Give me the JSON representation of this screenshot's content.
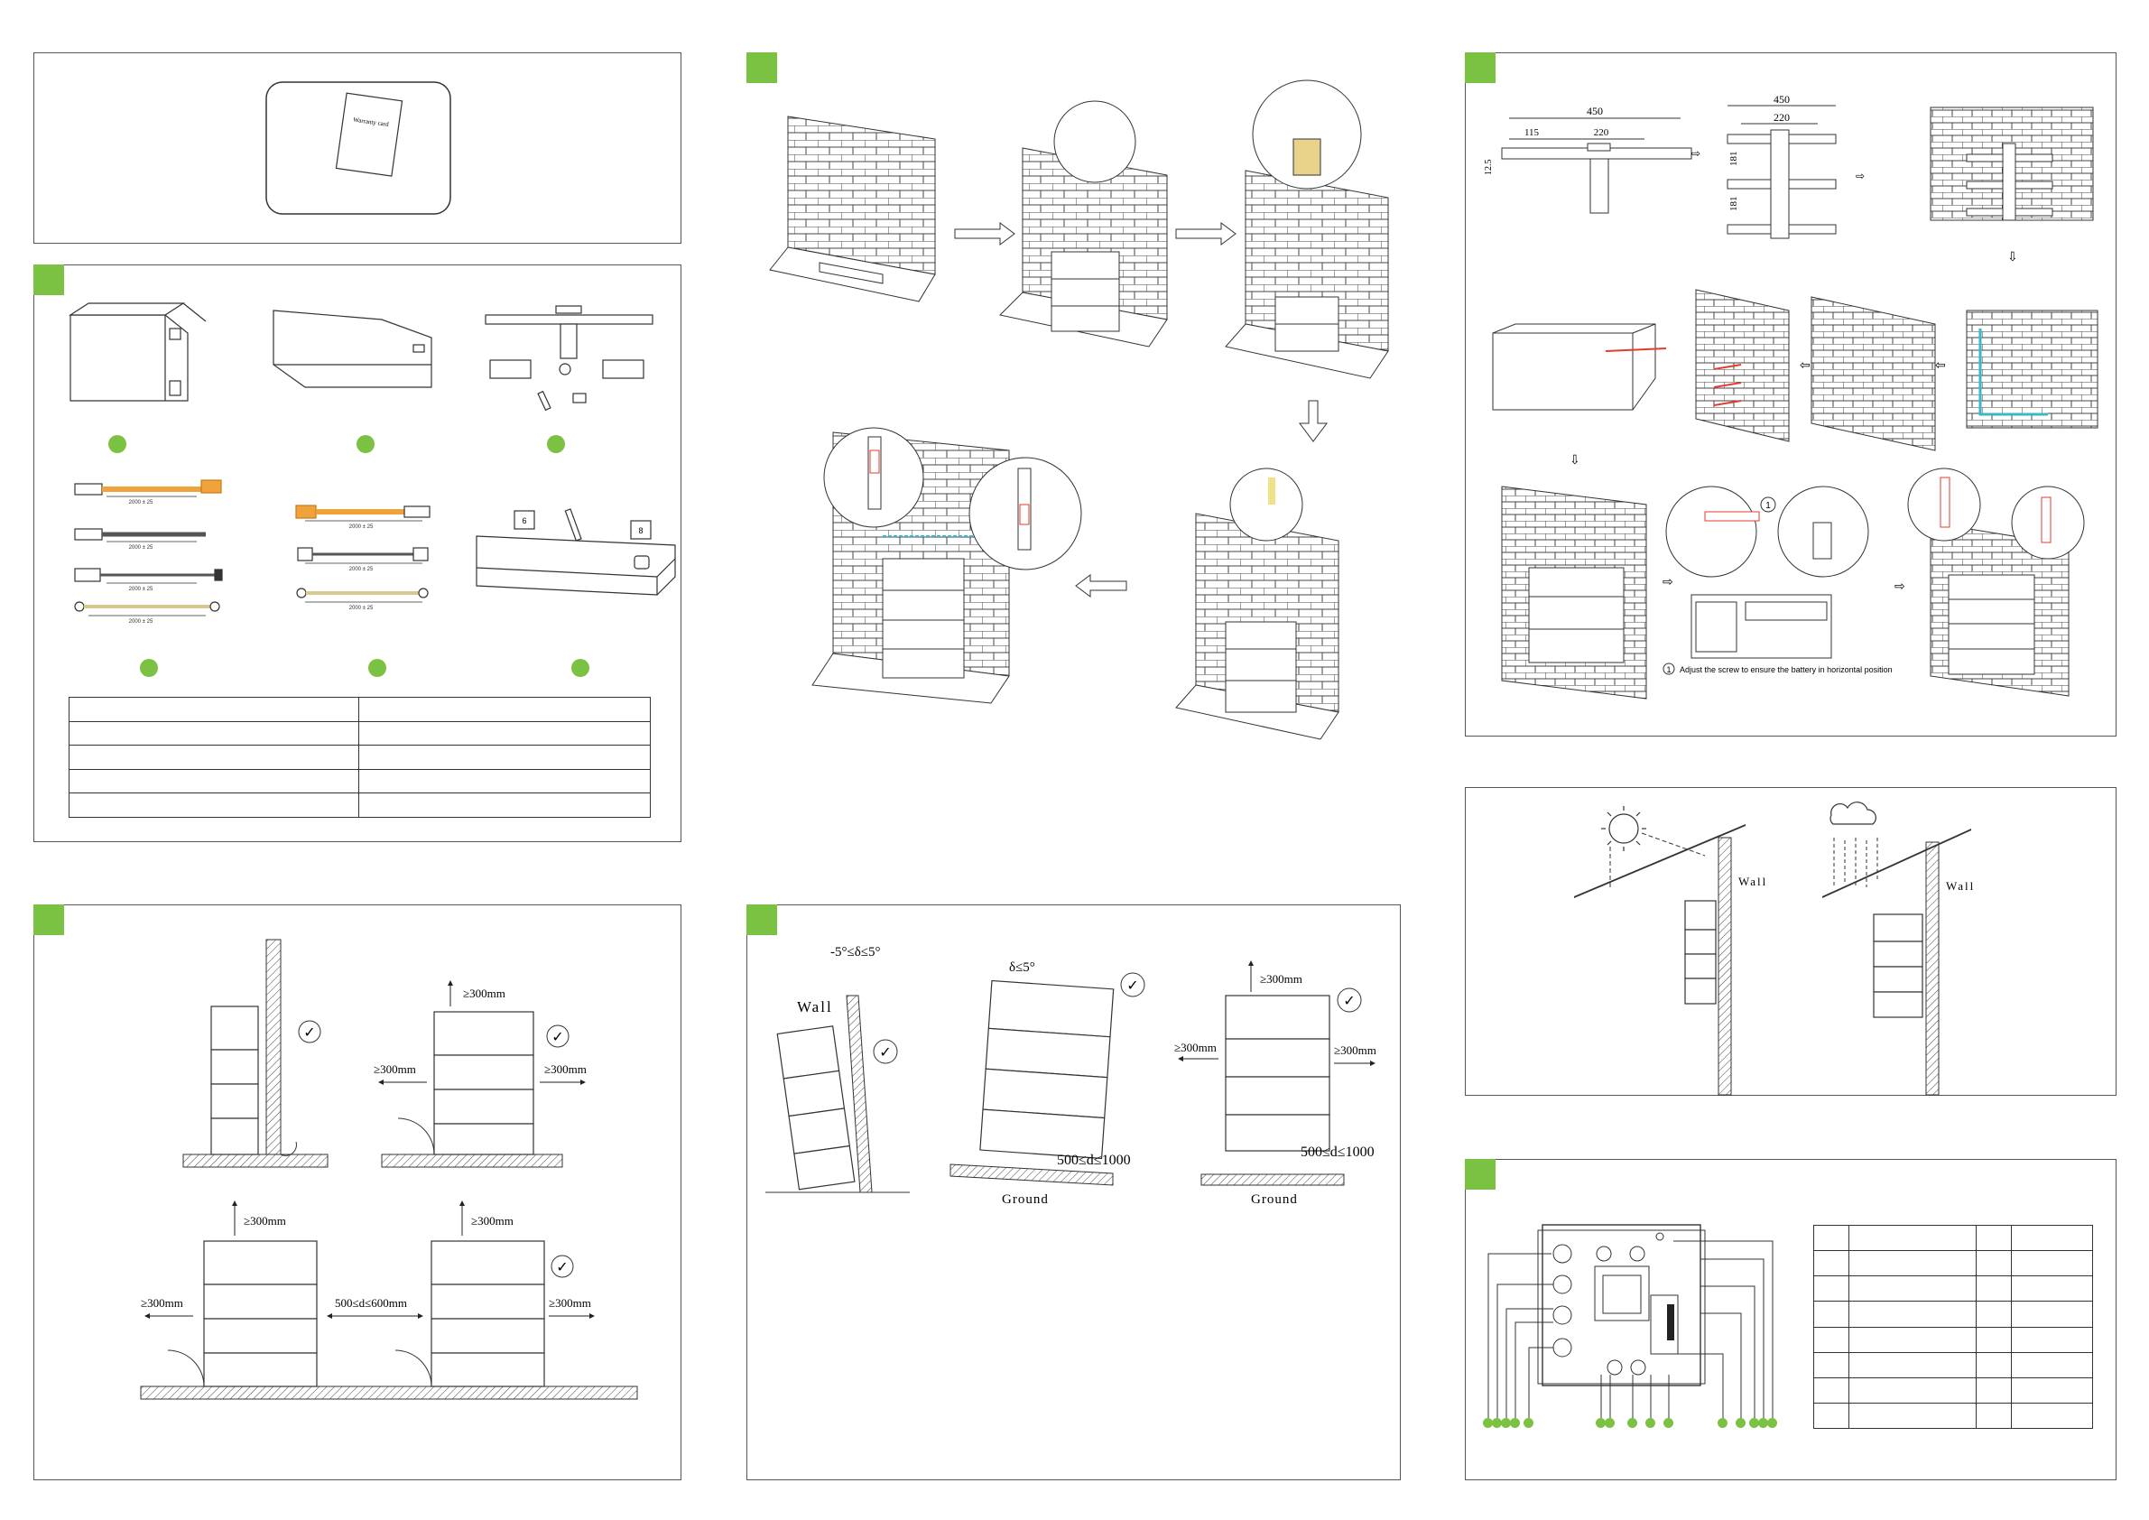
{
  "warranty_card": {
    "label": "Warranty card"
  },
  "mount_dims": {
    "w450": "450",
    "w220": "220",
    "w115": "115",
    "h125": "12.5",
    "h181a": "181",
    "h181b": "181"
  },
  "cable_labels": [
    "2000 ± 25",
    "2000 ± 25",
    "2000 ± 25",
    "2000 ± 25",
    "2000 ± 25",
    "2000 ± 25",
    "2000 ± 25"
  ],
  "bracket_labels": [
    "6",
    "8"
  ],
  "clearance": {
    "c300": "≥300mm",
    "d_range_a": "500≤d≤600mm"
  },
  "tilt": {
    "wall_label": "Wall",
    "angle_range": "-5°≤δ≤5°",
    "angle_max": "δ≤5°",
    "d_range": "500≤d≤1000",
    "ground_label": "Ground",
    "c300": "≥300mm"
  },
  "environment": {
    "wall_label": "Wall"
  },
  "adjust_note": {
    "num": "1",
    "text": "Adjust the screw to ensure the battery in horizontal position"
  },
  "checkmark": "✓",
  "colors": {
    "accent_green": "#7cc242",
    "red_detail": "#e23c2c",
    "teal_detail": "#3bb7c8",
    "orange_cable": "#f0a33a"
  }
}
